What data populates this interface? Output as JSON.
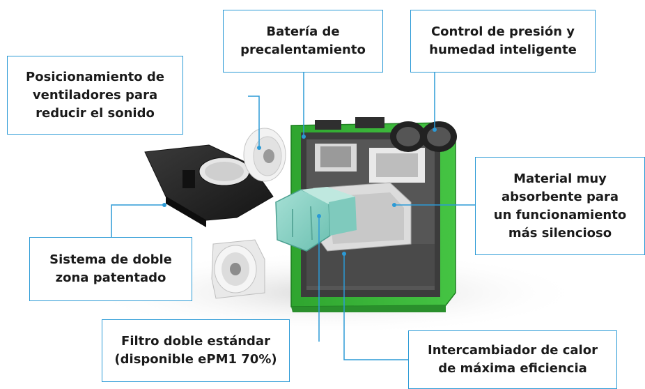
{
  "colors": {
    "accent_line": "#2b9ad6",
    "housing_green": "#3dbb3a",
    "filter_teal": "#8fd3c6",
    "panel_black": "#2a2a2a"
  },
  "labels": {
    "preheat": [
      "Batería de",
      "precalentamiento"
    ],
    "pressure": [
      "Control de presión y",
      "humedad inteligente"
    ],
    "fans": [
      "Posicionamiento de",
      "ventiladores para",
      "reducir el sonido"
    ],
    "absorbent": [
      "Material muy",
      "absorbente para",
      "un funcionamiento",
      "más silencioso"
    ],
    "dual_zone": [
      "Sistema de doble",
      "zona patentado"
    ],
    "filter": [
      "Filtro doble estándar",
      "(disponible ePM1 70%)"
    ],
    "exchanger": [
      "Intercambiador de calor",
      "de máxima eficiencia"
    ]
  }
}
